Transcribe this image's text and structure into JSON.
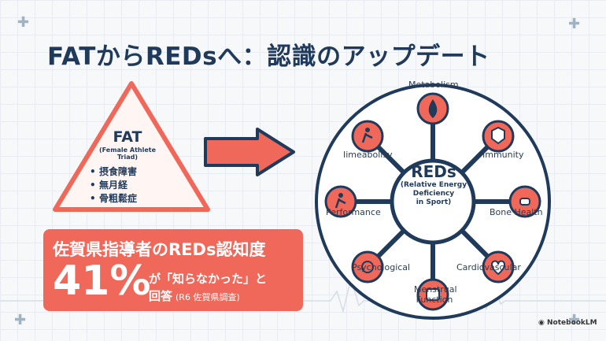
{
  "title": "FATからREDsへ：認識のアップデート",
  "fat": {
    "title": "FAT",
    "subtitle": "(Female Athlete Triad)",
    "items": [
      "摂食障害",
      "無月経",
      "骨粗鬆症"
    ]
  },
  "survey": {
    "heading": "佐賀県指導者のREDs認知度",
    "percent": "41%",
    "question": "が「知らなかった」と",
    "answer": "回答",
    "source": "(R6 佐賀県調査)"
  },
  "reds": {
    "title": "REDs",
    "subtitle_line1": "(Relative Energy",
    "subtitle_line2": "Deficiency",
    "subtitle_line3": "in Sport)"
  },
  "nodes": {
    "metabolism": "Metabolism",
    "immunity": "Immunity",
    "bone": "Bone Health",
    "cardio": "Cardiovascular",
    "menstrual_line1": "Menstrual",
    "menstrual_line2": "Function",
    "psych": "Psychological",
    "performance": "Performance",
    "ilmea": "Iimeabolisy"
  },
  "brand": "NotebookLM",
  "colors": {
    "navy": "#1f3a5b",
    "coral": "#f0685a",
    "triangle_fill": "#fff5f3"
  }
}
